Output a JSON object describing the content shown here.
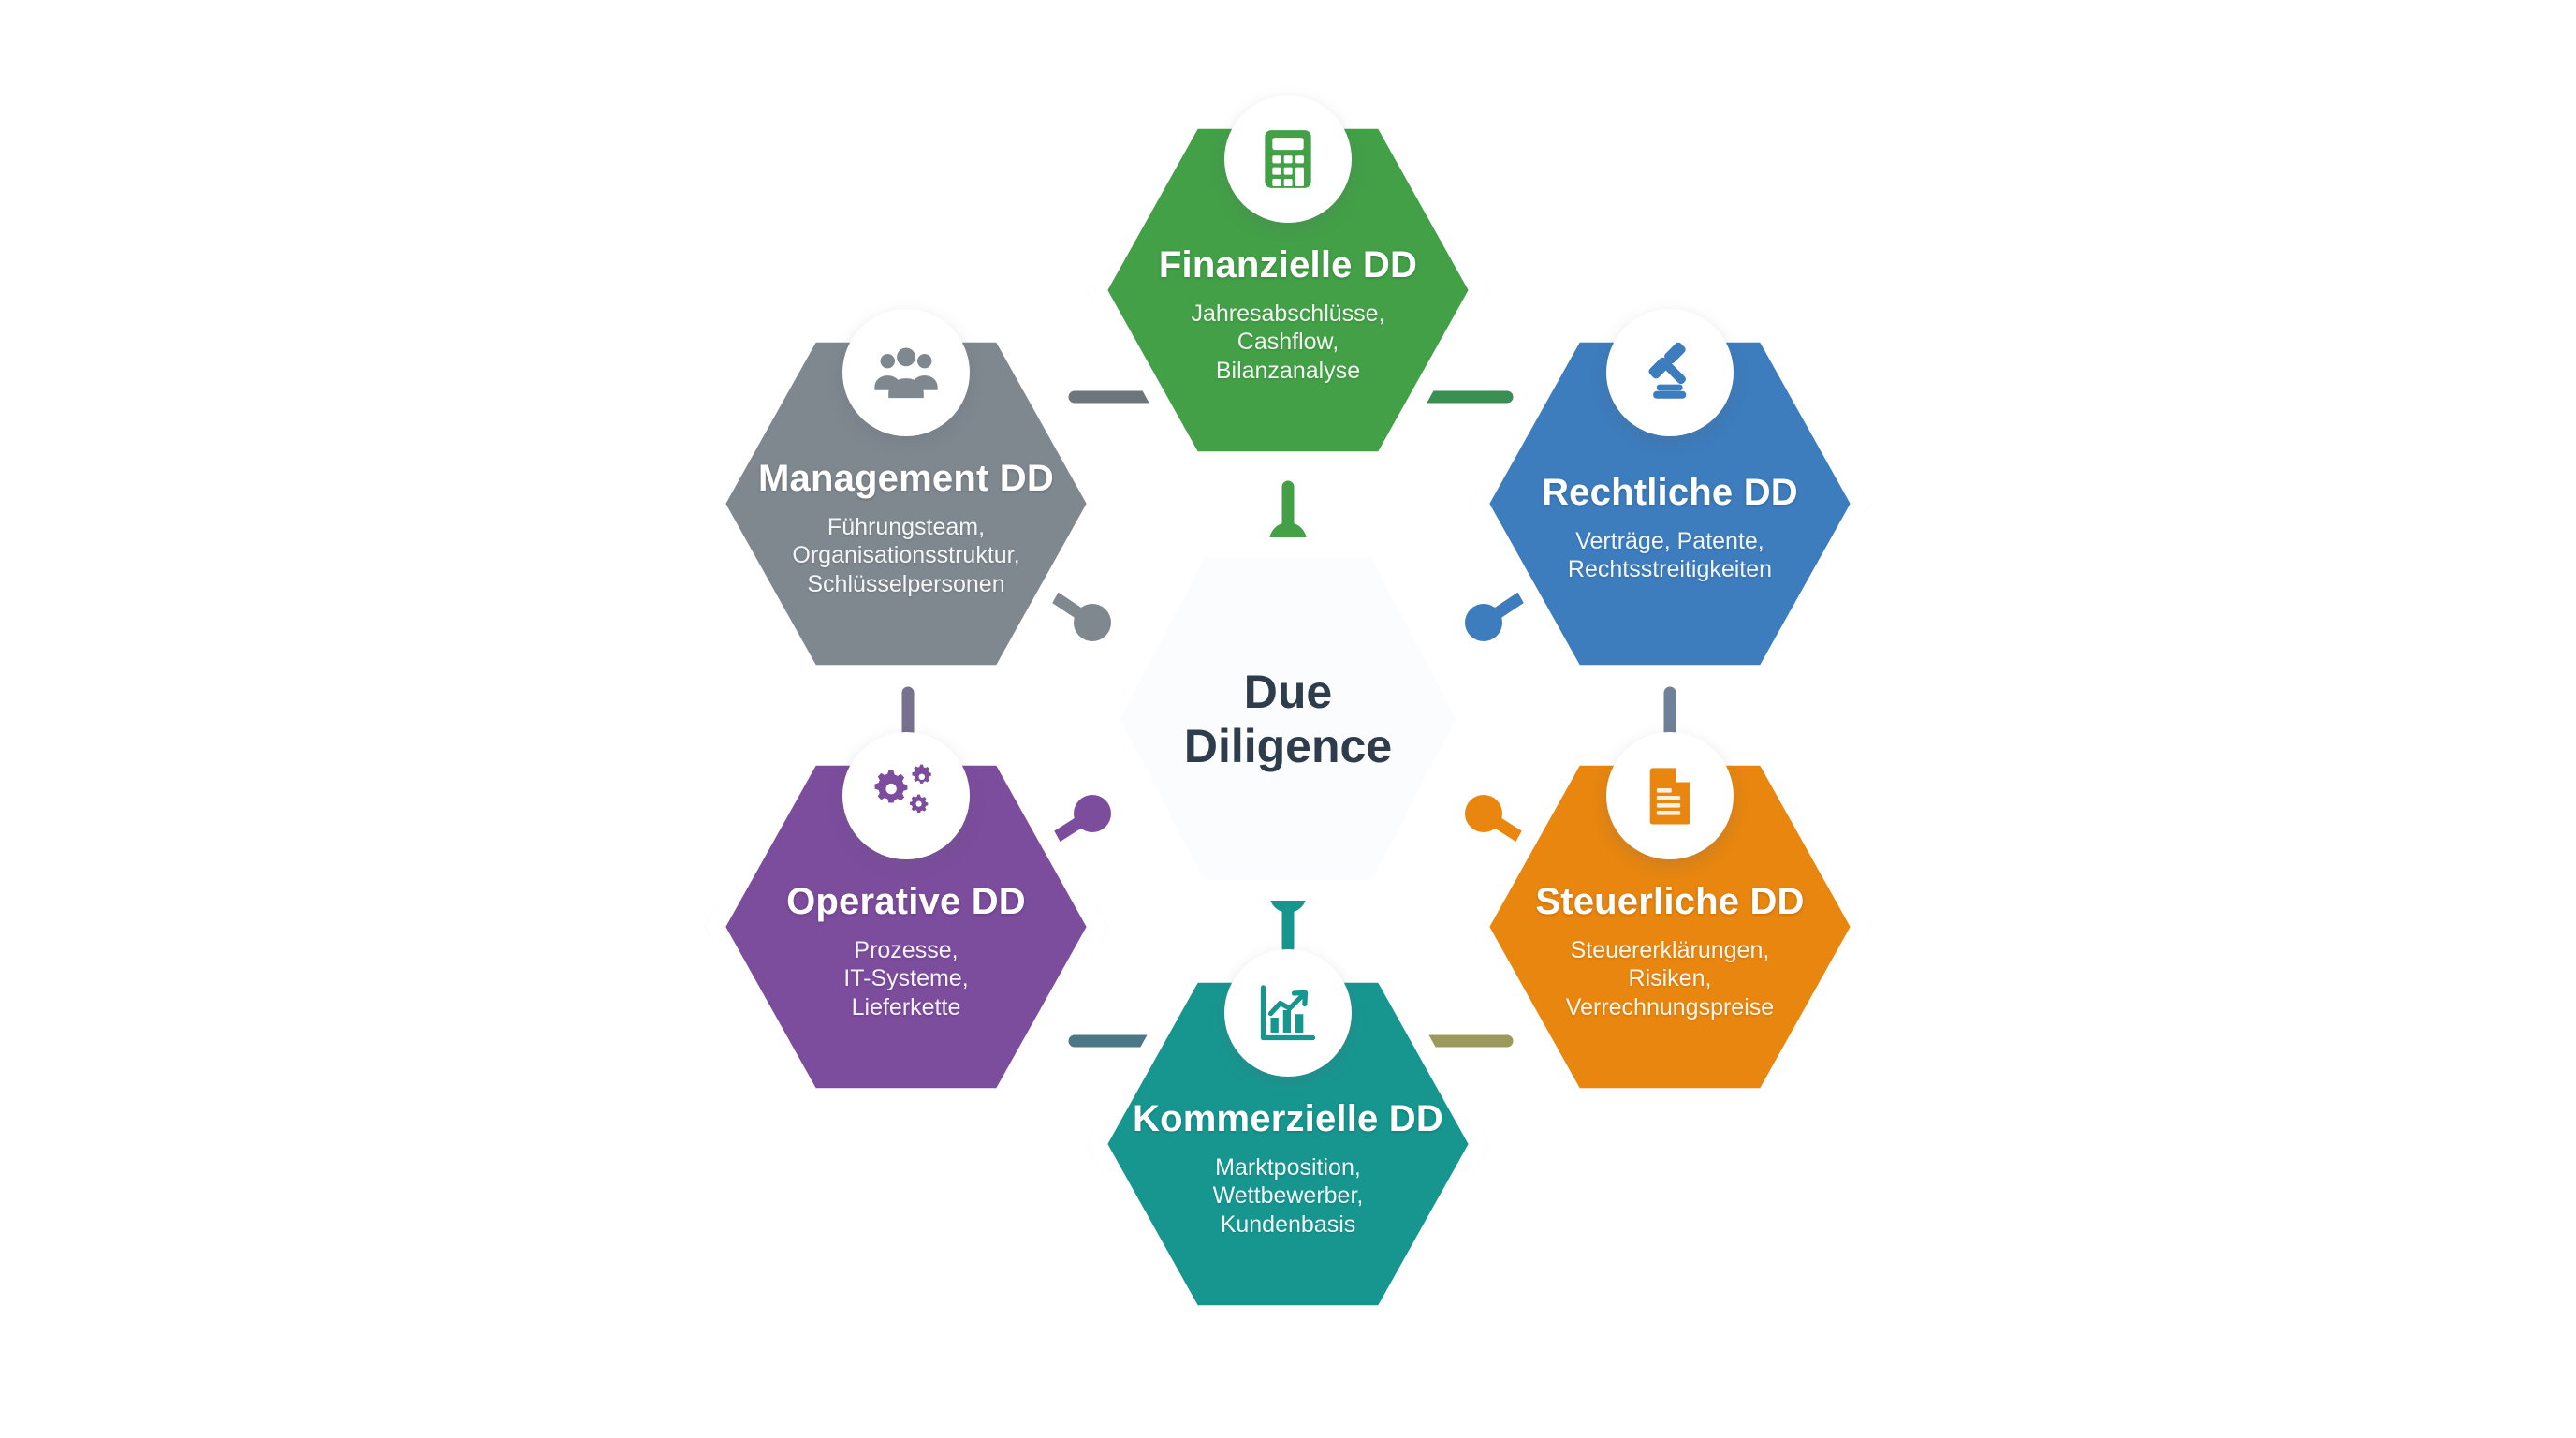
{
  "diagram": {
    "type": "hub-and-spoke hexagon diagram",
    "background_color": "#ffffff",
    "center": {
      "title_line1": "Due",
      "title_line2": "Diligence",
      "text_color": "#2f3c4b",
      "fill": "#fbfcfd"
    },
    "nodes": [
      {
        "id": "finanzielle",
        "label": "Finanzielle DD",
        "subtitle_line1": "Jahresabschlüsse,",
        "subtitle_line2": "Cashflow,",
        "subtitle_line3": "Bilanzanalyse",
        "color": "#43a047",
        "icon": "calculator-icon",
        "position": "top"
      },
      {
        "id": "rechtliche",
        "label": "Rechtliche DD",
        "subtitle_line1": "Verträge, Patente,",
        "subtitle_line2": "Rechtsstreitigkeiten",
        "subtitle_line3": "",
        "color": "#3d7cbd",
        "icon": "gavel-icon",
        "position": "top-right"
      },
      {
        "id": "steuerliche",
        "label": "Steuerliche DD",
        "subtitle_line1": "Steuererklärungen,",
        "subtitle_line2": "Risiken,",
        "subtitle_line3": "Verrechnungspreise",
        "color": "#e8860f",
        "icon": "document-icon",
        "position": "bottom-right"
      },
      {
        "id": "kommerzielle",
        "label": "Kommerzielle DD",
        "subtitle_line1": "Marktposition,",
        "subtitle_line2": "Wettbewerber,",
        "subtitle_line3": "Kundenbasis",
        "color": "#179690",
        "icon": "bar-chart-growth-icon",
        "position": "bottom"
      },
      {
        "id": "operative",
        "label": "Operative DD",
        "subtitle_line1": "Prozesse,",
        "subtitle_line2": "IT-Systeme,",
        "subtitle_line3": "Lieferkette",
        "color": "#7c4c9d",
        "icon": "gears-icon",
        "position": "bottom-left"
      },
      {
        "id": "management",
        "label": "Management DD",
        "subtitle_line1": "Führungsteam,",
        "subtitle_line2": "Organisationsstruktur,",
        "subtitle_line3": "Schlüsselpersonen",
        "color": "#7f878f",
        "icon": "people-group-icon",
        "position": "top-left"
      }
    ]
  }
}
